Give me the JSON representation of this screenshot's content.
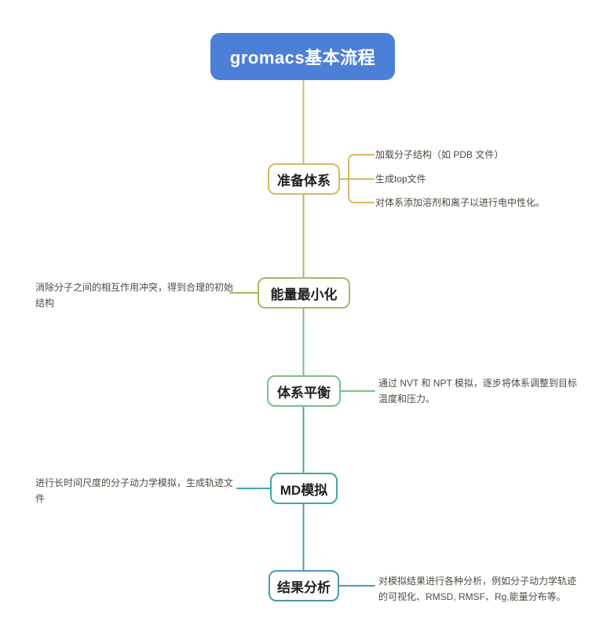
{
  "root": {
    "label": "gromacs基本流程"
  },
  "colors": {
    "background": "#FFFFFF",
    "root_fill": "#4C7FD8",
    "root_text": "#FFFFFF",
    "gold": "#D4B964",
    "olive": "#A9BA5E",
    "green": "#79BE8C",
    "teal": "#43A7A1",
    "steel_blue": "#4C98B5",
    "node_fill": "#FFFFFF",
    "node_text": "#1F1F1F",
    "branch_text": "#4E4A3E"
  },
  "nodes": [
    {
      "id": "prepare",
      "label": "准备体系"
    },
    {
      "id": "minimize",
      "label": "能量最小化"
    },
    {
      "id": "equilibrate",
      "label": "体系平衡"
    },
    {
      "id": "md",
      "label": "MD模拟"
    },
    {
      "id": "analysis",
      "label": "结果分析"
    }
  ],
  "branches": {
    "prepare_children": [
      {
        "label": "加载分子结构（如 PDB 文件）"
      },
      {
        "label": "生成top文件"
      },
      {
        "label": "对体系添加溶剂和离子以进行电中性化。"
      }
    ],
    "minimize_note": {
      "lines": [
        "消除分子之间的相互作用冲突，得到合理的初始",
        "结构"
      ]
    },
    "equilibrate_note": {
      "lines": [
        "通过 NVT 和 NPT 模拟，逐步将体系调整到目标",
        "温度和压力。"
      ]
    },
    "md_note": {
      "lines": [
        "进行长时间尺度的分子动力学模拟，生成轨迹文",
        "件"
      ]
    },
    "analysis_note": {
      "lines": [
        "对模拟结果进行各种分析，例如分子动力学轨迹",
        "的可视化、RMSD, RMSF、Rg,能量分布等。"
      ]
    }
  }
}
